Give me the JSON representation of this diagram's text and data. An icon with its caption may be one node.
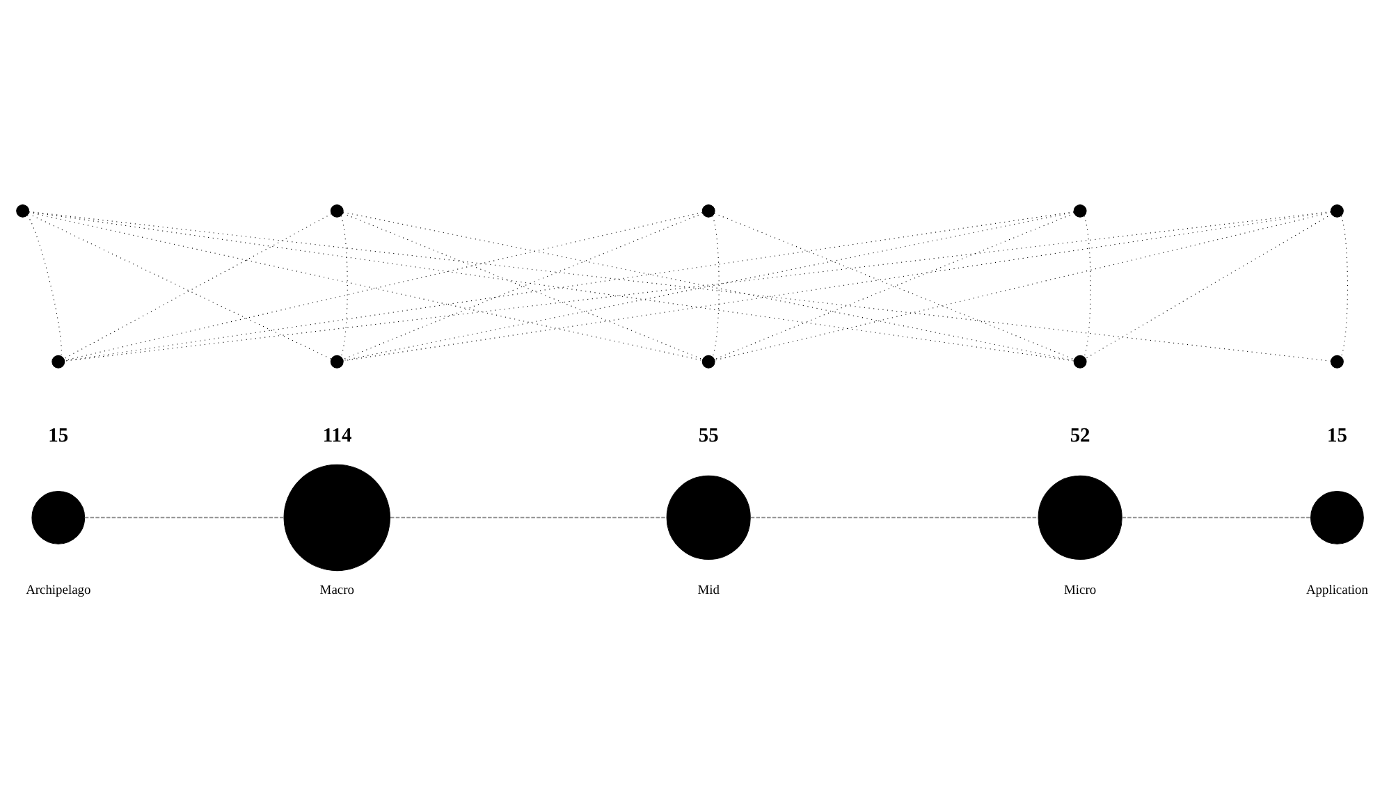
{
  "diagram": {
    "nodes": [
      {
        "text": [],
        "shape": "circle"
      },
      {
        "text": [],
        "shape": "circle"
      },
      {
        "text": [],
        "shape": "circle"
      },
      {
        "text": [],
        "shape": "circle"
      },
      {
        "text": [],
        "shape": "circle"
      },
      {
        "text": [],
        "shape": "circle"
      },
      {
        "text": [],
        "shape": "circle"
      },
      {
        "text": [],
        "shape": "circle"
      },
      {
        "text": [],
        "shape": "circle"
      },
      {
        "text": [],
        "shape": "circle"
      },
      {
        "text": [],
        "shape": "circle",
        "beside": [
          "15",
          "Archipelago"
        ]
      },
      {
        "text": [],
        "shape": "circle",
        "beside": [
          "114",
          "Macro"
        ]
      },
      {
        "text": [],
        "shape": "circle",
        "beside": [
          "55",
          "Mid"
        ]
      },
      {
        "text": [],
        "shape": "circle",
        "beside": [
          "52",
          "Micro"
        ]
      },
      {
        "text": [],
        "shape": "circle",
        "beside": [
          "15",
          "Application"
        ]
      }
    ],
    "edges": [
      {
        "from": 0,
        "to": 5,
        "arrow": "none"
      },
      {
        "from": 0,
        "to": 6,
        "arrow": "none"
      },
      {
        "from": 0,
        "to": 7,
        "arrow": "none"
      },
      {
        "from": 0,
        "to": 8,
        "arrow": "none"
      },
      {
        "from": 0,
        "to": 9,
        "arrow": "none"
      },
      {
        "from": 1,
        "to": 5,
        "arrow": "none"
      },
      {
        "from": 1,
        "to": 6,
        "arrow": "none"
      },
      {
        "from": 1,
        "to": 7,
        "arrow": "none"
      },
      {
        "from": 1,
        "to": 8,
        "arrow": "none"
      },
      {
        "from": 2,
        "to": 5,
        "arrow": "none"
      },
      {
        "from": 2,
        "to": 6,
        "arrow": "none"
      },
      {
        "from": 2,
        "to": 7,
        "arrow": "none"
      },
      {
        "from": 2,
        "to": 8,
        "arrow": "none"
      },
      {
        "from": 3,
        "to": 5,
        "arrow": "none"
      },
      {
        "from": 3,
        "to": 6,
        "arrow": "none"
      },
      {
        "from": 3,
        "to": 7,
        "arrow": "none"
      },
      {
        "from": 3,
        "to": 8,
        "arrow": "none"
      },
      {
        "from": 4,
        "to": 5,
        "arrow": "none"
      },
      {
        "from": 4,
        "to": 6,
        "arrow": "none"
      },
      {
        "from": 4,
        "to": 7,
        "arrow": "none"
      },
      {
        "from": 4,
        "to": 8,
        "arrow": "none"
      },
      {
        "from": 4,
        "to": 9,
        "arrow": "none"
      },
      {
        "from": 10,
        "to": 11,
        "arrow": "none",
        "style": "dashed",
        "color": "#888888"
      },
      {
        "from": 11,
        "to": 12,
        "arrow": "none",
        "style": "dashed",
        "color": "#888888"
      },
      {
        "from": 12,
        "to": 13,
        "arrow": "none",
        "style": "dashed",
        "color": "#888888"
      },
      {
        "from": 13,
        "to": 14,
        "arrow": "none",
        "style": "dashed",
        "color": "#888888"
      }
    ]
  }
}
